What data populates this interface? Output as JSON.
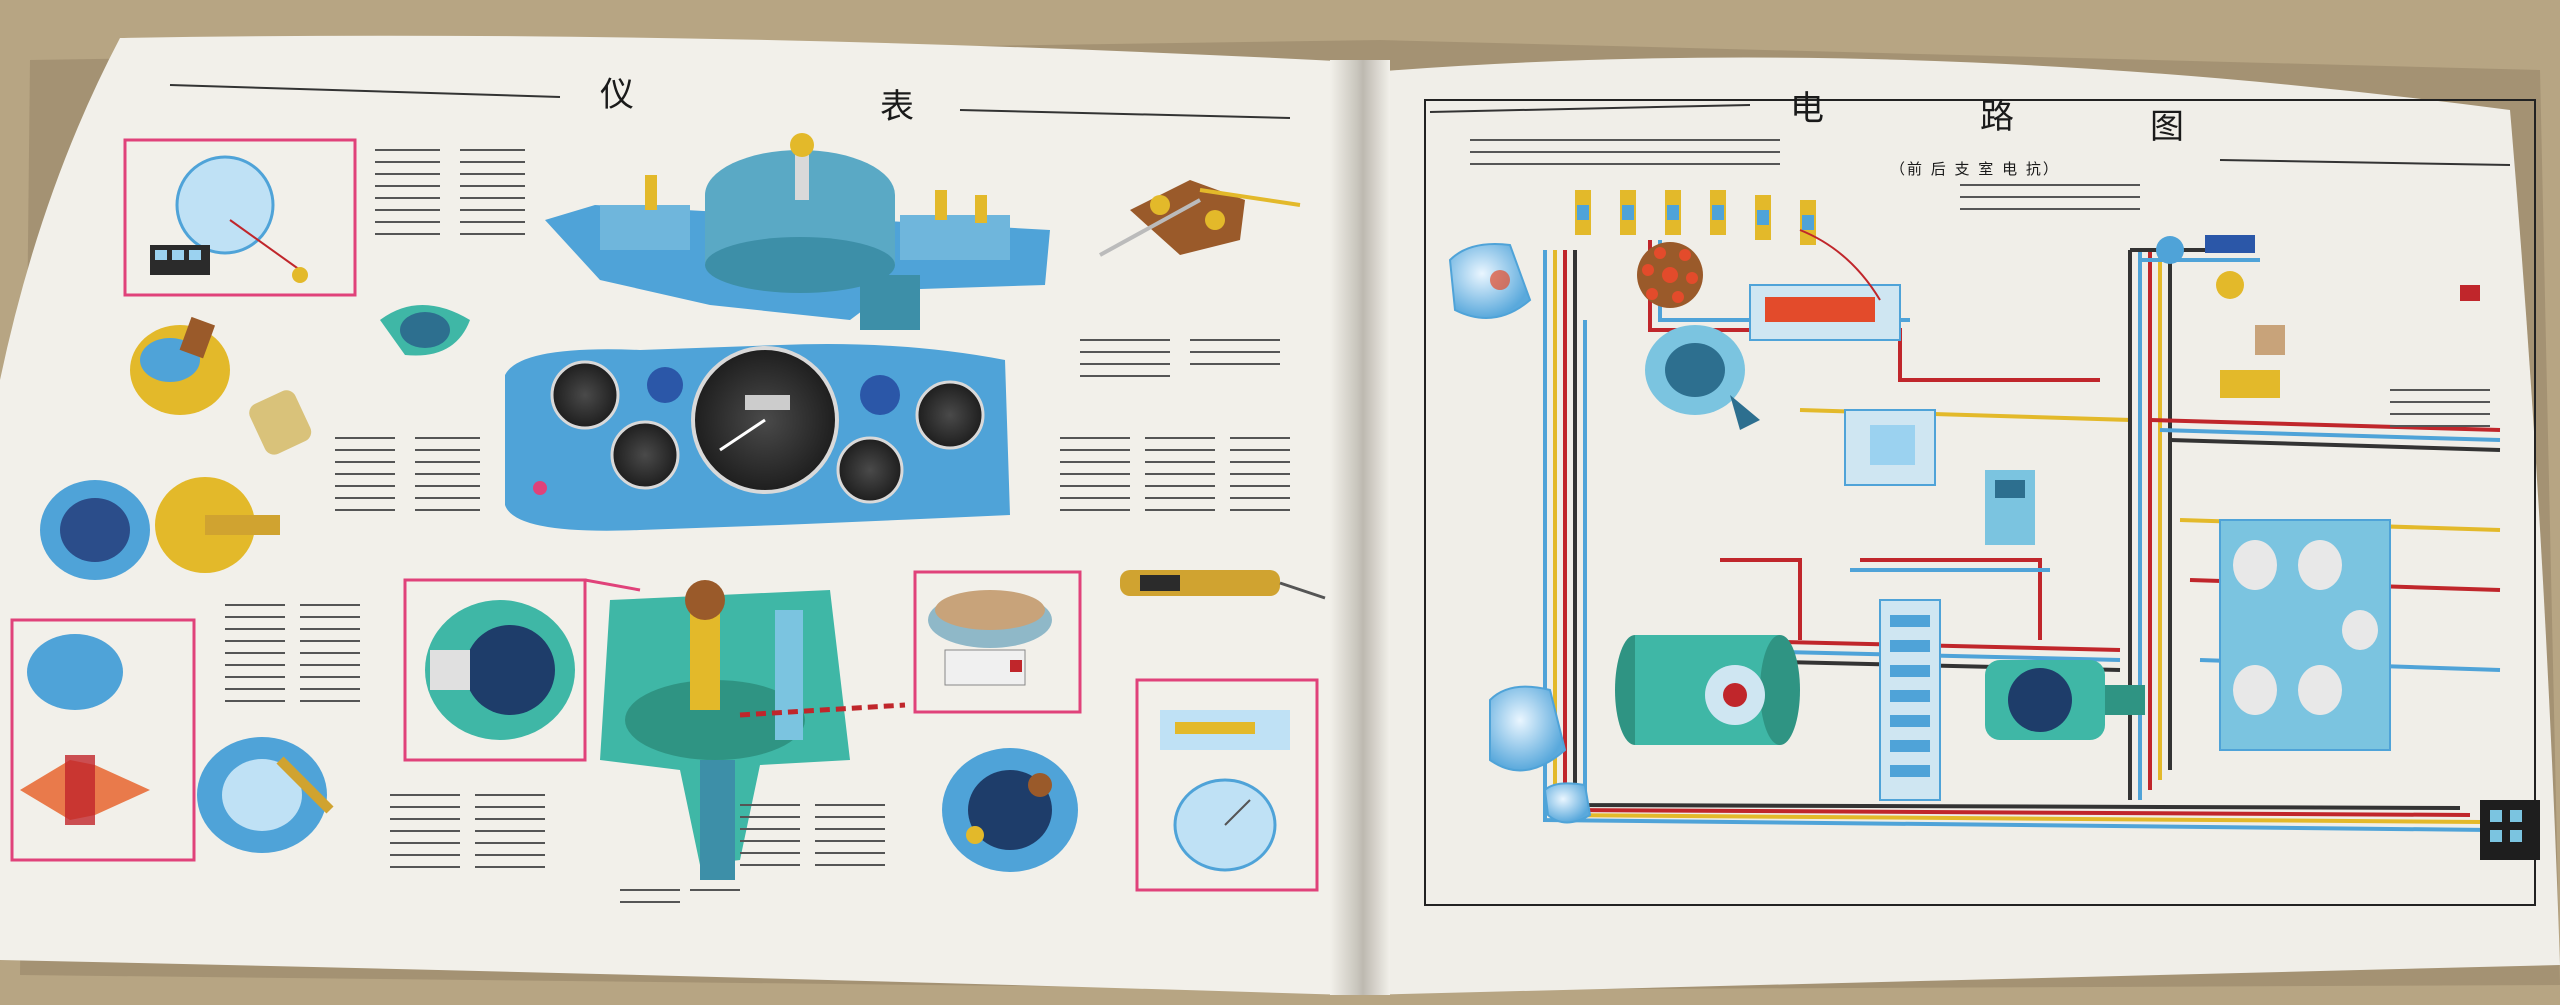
{
  "booklet": {
    "left_page": {
      "title_chars": [
        "仪",
        "表"
      ]
    },
    "right_page": {
      "title_chars": [
        "电",
        "路",
        "图"
      ],
      "subtitle": "（前 后 支 室 电 抗）"
    }
  },
  "colors": {
    "table": "#b7a583",
    "paper": "#f2f0ea",
    "diagram_blue": "#4fa3d8",
    "frame_pink": "#e0427a",
    "wire_red": "#c0262b",
    "wire_yellow": "#e3b92a",
    "teal_part": "#3fb7a6"
  }
}
